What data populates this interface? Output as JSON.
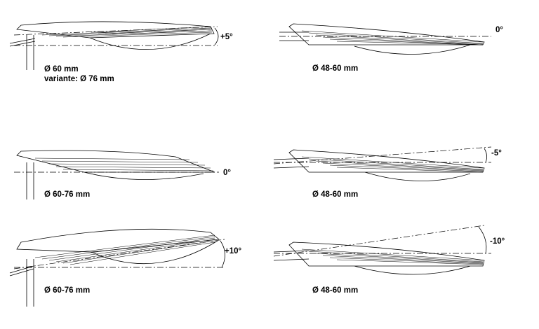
{
  "diagram": {
    "panels": [
      {
        "id": "p1",
        "angle": "+5°",
        "label1": "Ø 60 mm",
        "label2": "variante: Ø 76 mm"
      },
      {
        "id": "p2",
        "angle": "0°",
        "label1": "Ø 48-60 mm"
      },
      {
        "id": "p3",
        "angle": "0°",
        "label1": "Ø 60-76 mm"
      },
      {
        "id": "p4",
        "angle": "-5°",
        "label1": "Ø 48-60 mm"
      },
      {
        "id": "p5",
        "angle": "+10°",
        "label1": "Ø 60-76 mm"
      },
      {
        "id": "p6",
        "angle": "-10°",
        "label1": "Ø 48-60 mm"
      }
    ]
  }
}
